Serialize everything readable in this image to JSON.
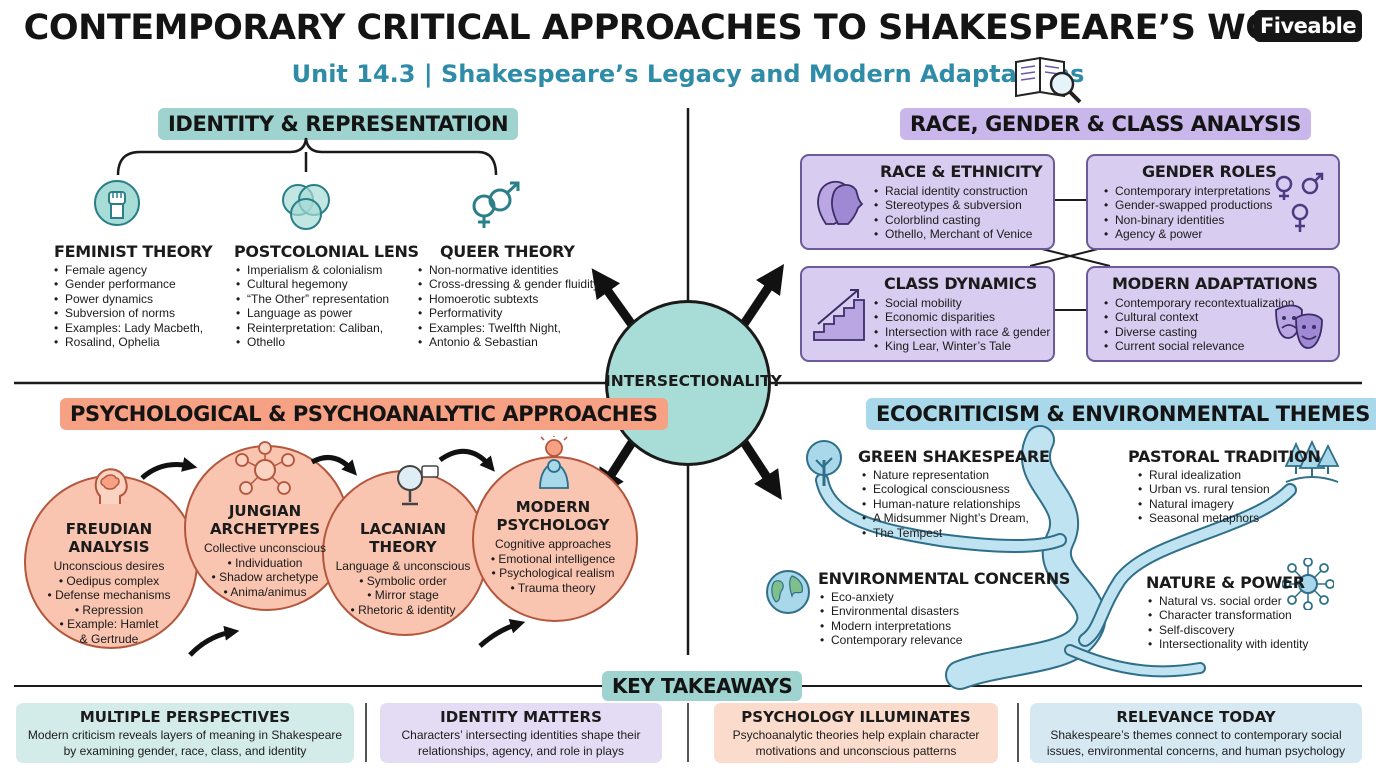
{
  "header": {
    "title": "CONTEMPORARY CRITICAL APPROACHES TO SHAKESPEARE’S WORKS",
    "subtitle": "Unit 14.3 | Shakespeare’s Legacy and Modern Adaptations",
    "brand": "Fiveable"
  },
  "center": {
    "label": "INTERSECTIONALITY"
  },
  "identity": {
    "heading": "IDENTITY & REPRESENTATION",
    "theories": [
      {
        "title": "FEMINIST THEORY",
        "icon": "raised-fist-icon",
        "items": [
          "Female agency",
          "Gender performance",
          "Power dynamics",
          "Subversion of norms",
          "Examples: Lady Macbeth,",
          "Rosalind, Ophelia"
        ]
      },
      {
        "title": "POSTCOLONIAL LENS",
        "icon": "venn-globe-icon",
        "items": [
          "Imperialism & colonialism",
          "Cultural hegemony",
          "“The Other” representation",
          "Language as power",
          "Reinterpretation: Caliban,",
          "Othello"
        ]
      },
      {
        "title": "QUEER THEORY",
        "icon": "gender-symbol-icon",
        "items": [
          "Non-normative identities",
          "Cross-dressing & gender fluidity",
          "Homoerotic subtexts",
          "Performativity",
          "Examples: Twelfth Night,",
          "Antonio & Sebastian"
        ]
      }
    ]
  },
  "race": {
    "heading": "RACE, GENDER & CLASS ANALYSIS",
    "cards": [
      {
        "title": "RACE & ETHNICITY",
        "icon": "faces-profile-icon",
        "items": [
          "Racial identity construction",
          "Stereotypes & subversion",
          "Colorblind casting",
          "Othello, Merchant of Venice"
        ]
      },
      {
        "title": "GENDER ROLES",
        "icon": "gender-symbols-icon",
        "items": [
          "Contemporary interpretations",
          "Gender-swapped productions",
          "Non-binary identities",
          "Agency & power"
        ]
      },
      {
        "title": "CLASS DYNAMICS",
        "icon": "stairs-arrow-icon",
        "items": [
          "Social mobility",
          "Economic disparities",
          "Intersection with race & gender",
          "King Lear, Winter’s Tale"
        ]
      },
      {
        "title": "MODERN ADAPTATIONS",
        "icon": "theater-masks-icon",
        "items": [
          "Contemporary recontextualization",
          "Cultural context",
          "Diverse casting",
          "Current social relevance"
        ]
      }
    ]
  },
  "psych": {
    "heading": "PSYCHOLOGICAL & PSYCHOANALYTIC APPROACHES",
    "circles": [
      {
        "title_1": "FREUDIAN",
        "title_2": "ANALYSIS",
        "icon": "brain-head-icon",
        "lead": "Unconscious desires",
        "items": [
          "Oedipus complex",
          "Defense mechanisms",
          "Repression",
          "Example: Hamlet",
          "& Gertrude"
        ]
      },
      {
        "title_1": "JUNGIAN",
        "title_2": "ARCHETYPES",
        "icon": "archetype-network-icon",
        "lead": "Collective unconscious",
        "items": [
          "Individuation",
          "Shadow archetype",
          "Anima/animus"
        ]
      },
      {
        "title_1": "LACANIAN",
        "title_2": "THEORY",
        "icon": "mirror-icon",
        "lead": "Language & unconscious",
        "items": [
          "Symbolic order",
          "Mirror stage",
          "Rhetoric & identity"
        ]
      },
      {
        "title_1": "MODERN",
        "title_2": "PSYCHOLOGY",
        "icon": "lightbulb-person-icon",
        "lead": "Cognitive approaches",
        "items": [
          "Emotional intelligence",
          "Psychological realism",
          "Trauma theory"
        ]
      }
    ]
  },
  "eco": {
    "heading": "ECOCRITICISM & ENVIRONMENTAL THEMES",
    "sections": [
      {
        "title": "GREEN SHAKESPEARE",
        "icon": "tree-icon",
        "items": [
          "Nature representation",
          "Ecological consciousness",
          "Human-nature relationships",
          "A Midsummer Night’s Dream,",
          "The Tempest"
        ]
      },
      {
        "title": "PASTORAL TRADITION",
        "icon": "forest-icon",
        "items": [
          "Rural idealization",
          "Urban vs. rural tension",
          "Natural imagery",
          "Seasonal metaphors"
        ]
      },
      {
        "title": "ENVIRONMENTAL CONCERNS",
        "icon": "globe-icon",
        "items": [
          "Eco-anxiety",
          "Environmental disasters",
          "Modern interpretations",
          "Contemporary relevance"
        ]
      },
      {
        "title": "NATURE & POWER",
        "icon": "network-person-icon",
        "items": [
          "Natural vs. social order",
          "Character transformation",
          "Self-discovery",
          "Intersectionality with identity"
        ]
      }
    ]
  },
  "takeaways": {
    "heading": "KEY TAKEAWAYS",
    "cards": [
      {
        "title": "MULTIPLE PERSPECTIVES",
        "line_1": "Modern criticism reveals layers of meaning in Shakespeare",
        "line_2": "by examining gender, race, class, and identity",
        "color": "#d4ece9"
      },
      {
        "title": "IDENTITY MATTERS",
        "line_1": "Characters’ intersecting identities shape their",
        "line_2": "relationships, agency, and role in plays",
        "color": "#e4dcf4"
      },
      {
        "title": "PSYCHOLOGY ILLUMINATES",
        "line_1": "Psychoanalytic theories help explain character",
        "line_2": "motivations and unconscious patterns",
        "color": "#fbdccc"
      },
      {
        "title": "RELEVANCE TODAY",
        "line_1": "Shakespeare’s themes connect to contemporary social",
        "line_2": "issues, environmental concerns, and human psychology",
        "color": "#d6e9f2"
      }
    ]
  },
  "colors": {
    "teal": "#9fd3d0",
    "purple": "#c9b7ec",
    "salmon": "#f6a184",
    "sky": "#a8d8ea",
    "river": "#bfe3f0",
    "accent": "#2e8ca8"
  }
}
